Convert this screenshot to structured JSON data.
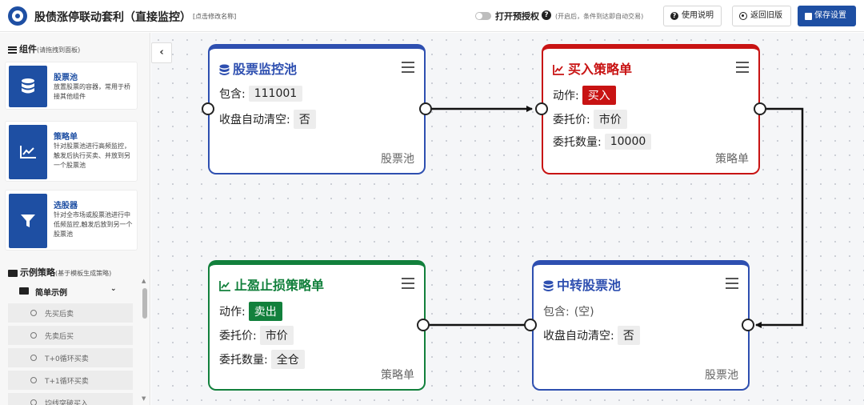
{
  "header": {
    "app_title": "股债涨停联动套利（直接监控）",
    "rename_hint": "[点击修改名称]",
    "auth_label": "打开预授权",
    "help_glyph": "?",
    "auth_hint": "(开启后，条件到达即自动交易)",
    "help_button": "使用说明",
    "old_button": "返回旧版",
    "save_button": "保存设置"
  },
  "sidebar": {
    "components_heading": "组件",
    "components_sub": "(请拖拽到面板)",
    "components": [
      {
        "name": "股票池",
        "desc": "放置股票的容器，常用于桥接其他组件",
        "icon": "database-icon"
      },
      {
        "name": "策略单",
        "desc": "针对股票池进行高频监控，触发后执行买卖、并放到另一个股票池",
        "icon": "chart-line-icon"
      },
      {
        "name": "选股器",
        "desc": "针对全市场或股票池进行中低频监控,触发后放到另一个股票池",
        "icon": "filter-icon"
      }
    ],
    "examples_heading": "示例策略",
    "examples_sub": "(基于模板生成策略)",
    "folder": "简单示例",
    "items": [
      "先买后卖",
      "先卖后买",
      "T+0循环买卖",
      "T+1循环买卖",
      "均线突破买入"
    ]
  },
  "nodes": {
    "pool_monitor": {
      "title": "股票监控池",
      "contains_label": "包含:",
      "contains_value": "111001",
      "autoclear_label": "收盘自动清空:",
      "autoclear_value": "否",
      "type": "股票池"
    },
    "buy_strategy": {
      "title": "买入策略单",
      "action_label": "动作:",
      "action_value": "买入",
      "price_label": "委托价:",
      "price_value": "市价",
      "qty_label": "委托数量:",
      "qty_value": "10000",
      "type": "策略单"
    },
    "transfer_pool": {
      "title": "中转股票池",
      "contains_label": "包含:",
      "contains_value": "(空)",
      "autoclear_label": "收盘自动清空:",
      "autoclear_value": "否",
      "type": "股票池"
    },
    "stop_strategy": {
      "title": "止盈止损策略单",
      "action_label": "动作:",
      "action_value": "卖出",
      "price_label": "委托价:",
      "price_value": "市价",
      "qty_label": "委托数量:",
      "qty_value": "全仓",
      "type": "策略单"
    }
  },
  "colors": {
    "brand_blue": "#1e4fa3",
    "pool_blue": "#2e4fb0",
    "buy_red": "#c81313",
    "sell_green": "#12803c"
  }
}
